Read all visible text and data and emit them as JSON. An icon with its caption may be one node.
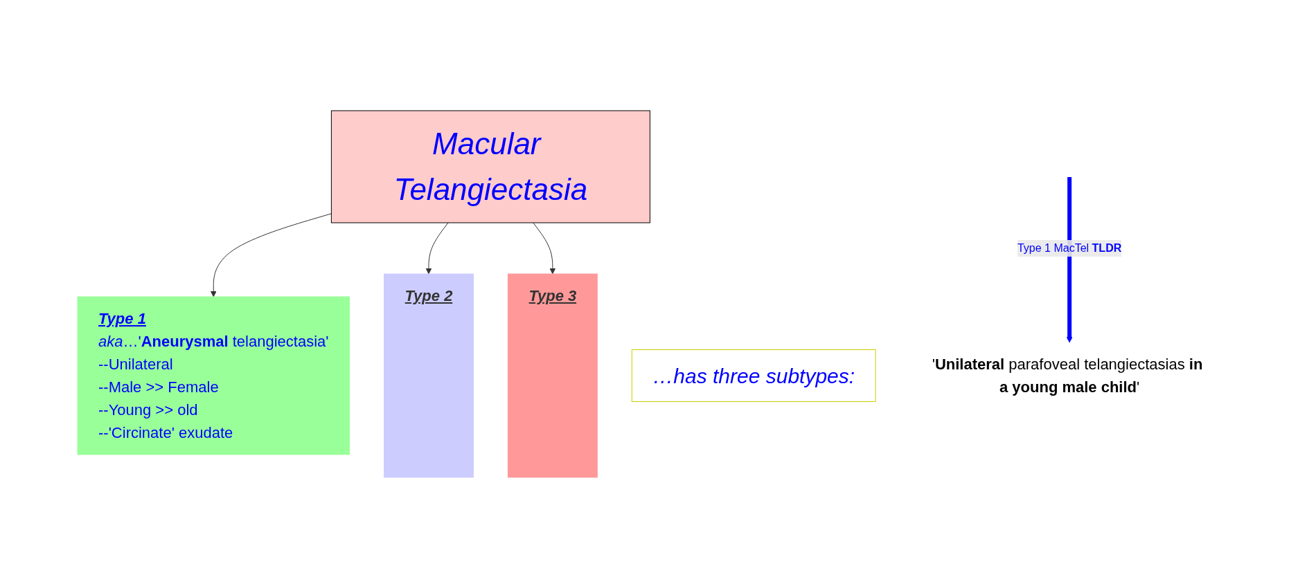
{
  "diagram": {
    "nodes": [
      {
        "text": [
          "Macular Telangiectasia"
        ]
      },
      {
        "text": [
          "…has three subtypes:"
        ]
      },
      {
        "text": [
          "Type 1",
          "*aka*…'**Aneurysmal**  telangiectasia'",
          "--Unilateral",
          "--Male  >>  Female",
          "--Young  >>  old",
          "--'Circinate'  exudate"
        ]
      },
      {
        "text": [
          "Type 2"
        ]
      },
      {
        "text": [
          "Type 3"
        ]
      },
      {
        "text": [
          "'**Unilateral** parafoveal telangiectasias **in a young male child**'"
        ]
      }
    ],
    "edges": [
      {
        "from": 0,
        "to": 2,
        "arrow": "to"
      },
      {
        "from": 0,
        "to": 3,
        "arrow": "to"
      },
      {
        "from": 0,
        "to": 4,
        "arrow": "to"
      },
      {
        "from": null,
        "to": 5,
        "arrow": "to",
        "label": "Type 1 MacTel **TLDR**",
        "style": "thick",
        "color": "#0000ff"
      }
    ]
  }
}
